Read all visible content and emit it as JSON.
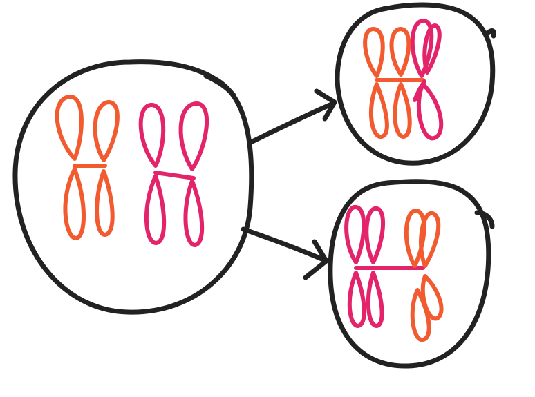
{
  "colors": {
    "background": "#ffffff",
    "outline": "#222222",
    "orange": "#f25a2f",
    "pink": "#e3246a"
  },
  "diagram": {
    "parent_cell": {
      "chromosomes": [
        "orange",
        "orange",
        "pink",
        "pink"
      ]
    },
    "daughter_top": {
      "chromosomes": [
        "orange",
        "pink"
      ]
    },
    "daughter_bottom": {
      "chromosomes": [
        "pink",
        "orange"
      ]
    },
    "arrows": 2
  }
}
